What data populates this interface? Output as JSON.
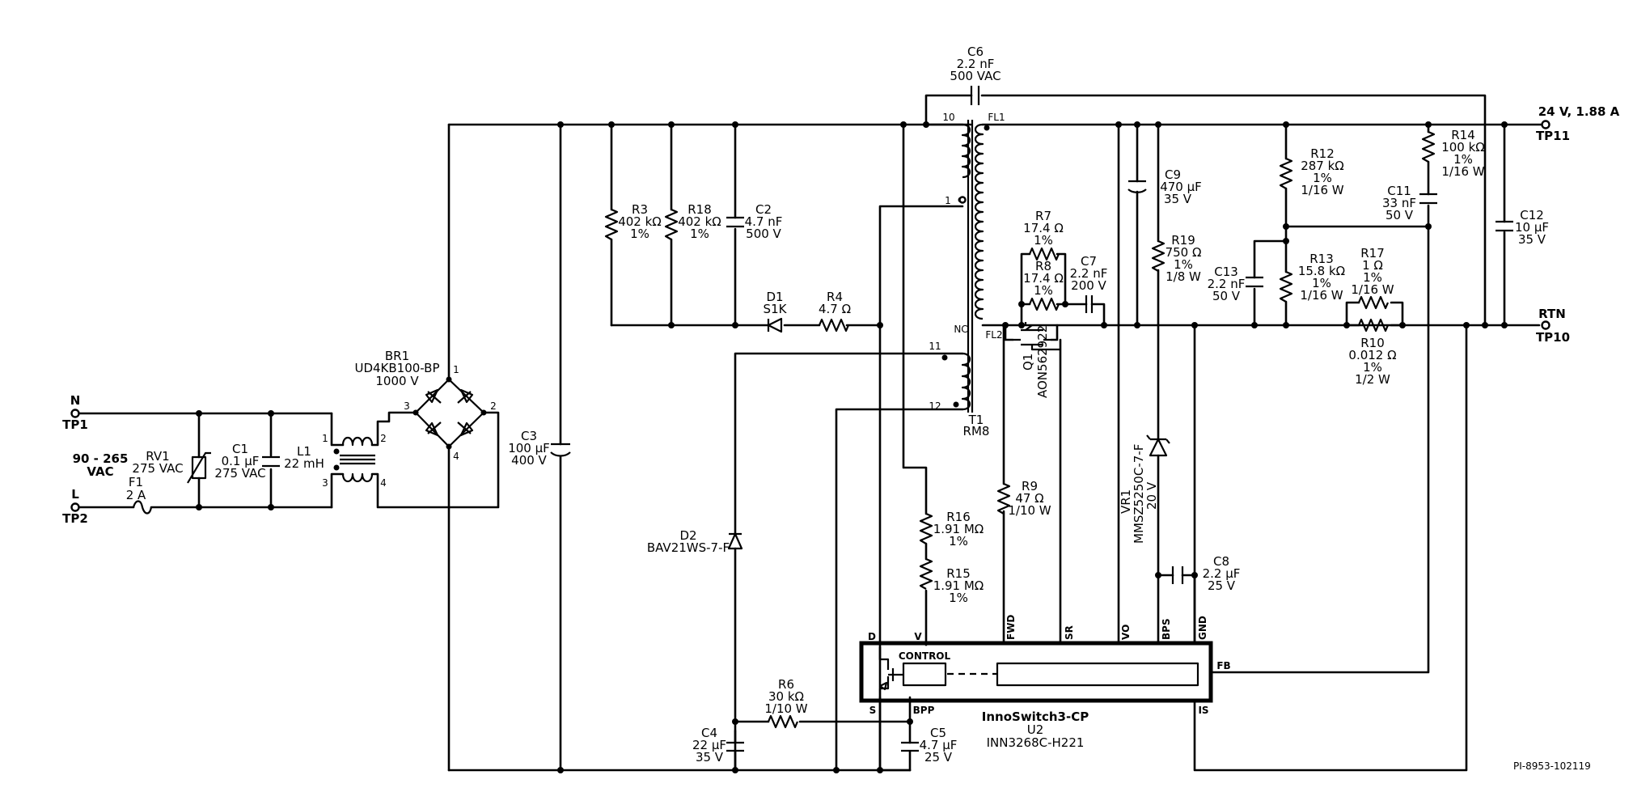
{
  "terminals": {
    "n": {
      "name": "N",
      "tp": "TP1"
    },
    "l": {
      "name": "L",
      "tp": "TP2"
    },
    "out_pos": {
      "name": "24 V, 1.88 A",
      "tp": "TP11"
    },
    "out_rtn": {
      "name": "RTN",
      "tp": "TP10"
    }
  },
  "input_voltage": [
    "90 - 265",
    "VAC"
  ],
  "components": {
    "f1": [
      "F1",
      "2 A"
    ],
    "rv1": [
      "RV1",
      "275 VAC"
    ],
    "c1": [
      "C1",
      "0.1 µF",
      "275 VAC"
    ],
    "l1": [
      "L1",
      "22 mH"
    ],
    "br1": [
      "BR1",
      "UD4KB100-BP",
      "1000 V"
    ],
    "c3": [
      "C3",
      "100 µF",
      "400 V"
    ],
    "r3": [
      "R3",
      "402 kΩ",
      "1%"
    ],
    "r18": [
      "R18",
      "402 kΩ",
      "1%"
    ],
    "c2": [
      "C2",
      "4.7 nF",
      "500 V"
    ],
    "d1": [
      "D1",
      "S1K"
    ],
    "r4": [
      "R4",
      "4.7 Ω"
    ],
    "c6": [
      "C6",
      "2.2 nF",
      "500 VAC"
    ],
    "t1": [
      "T1",
      "RM8"
    ],
    "r7": [
      "R7",
      "17.4 Ω",
      "1%"
    ],
    "r8": [
      "R8",
      "17.4 Ω",
      "1%"
    ],
    "c7": [
      "C7",
      "2.2 nF",
      "200 V"
    ],
    "q1": [
      "Q1",
      "AON562922"
    ],
    "c9": [
      "C9",
      "470 µF",
      "35 V"
    ],
    "r19": [
      "R19",
      "750 Ω",
      "1%",
      "1/8 W"
    ],
    "r12": [
      "R12",
      "287 kΩ",
      "1%",
      "1/16 W"
    ],
    "r13": [
      "R13",
      "15.8 kΩ",
      "1%",
      "1/16 W"
    ],
    "c13": [
      "C13",
      "2.2 nF",
      "50 V"
    ],
    "r14": [
      "R14",
      "100 kΩ",
      "1%",
      "1/16 W"
    ],
    "c11": [
      "C11",
      "33 nF",
      "50 V"
    ],
    "c12": [
      "C12",
      "10 µF",
      "35 V"
    ],
    "r17": [
      "R17",
      "1 Ω",
      "1%",
      "1/16 W"
    ],
    "r10": [
      "R10",
      "0.012 Ω",
      "1%",
      "1/2 W"
    ],
    "r9": [
      "R9",
      "47 Ω",
      "1/10 W"
    ],
    "vr1": [
      "VR1",
      "MMSZ5250C-7-F",
      "20 V"
    ],
    "c8": [
      "C8",
      "2.2 µF",
      "25 V"
    ],
    "d2": [
      "D2",
      "BAV21WS-7-F"
    ],
    "r16": [
      "R16",
      "1.91 MΩ",
      "1%"
    ],
    "r15": [
      "R15",
      "1.91 MΩ",
      "1%"
    ],
    "r6": [
      "R6",
      "30 kΩ",
      "1/10 W"
    ],
    "c4": [
      "C4",
      "22 µF",
      "35 V"
    ],
    "c5": [
      "C5",
      "4.7 µF",
      "25 V"
    ]
  },
  "pins": {
    "br1": [
      "1",
      "2",
      "3",
      "4"
    ],
    "l1": [
      "1",
      "2",
      "3",
      "4"
    ],
    "t1": [
      "10",
      "1",
      "FL1",
      "FL2",
      "NC",
      "11",
      "12"
    ],
    "u2_top": [
      "D",
      "V",
      "FWD",
      "SR",
      "VO",
      "BPS",
      "GND"
    ],
    "u2_bottom": [
      "S",
      "BPP",
      "IS"
    ],
    "u2_right": "FB"
  },
  "ic": {
    "block": "CONTROL",
    "name": "InnoSwitch3-CP",
    "ref": "U2",
    "part": "INN3268C-H221"
  },
  "drawing_id": "PI-8953-102119"
}
